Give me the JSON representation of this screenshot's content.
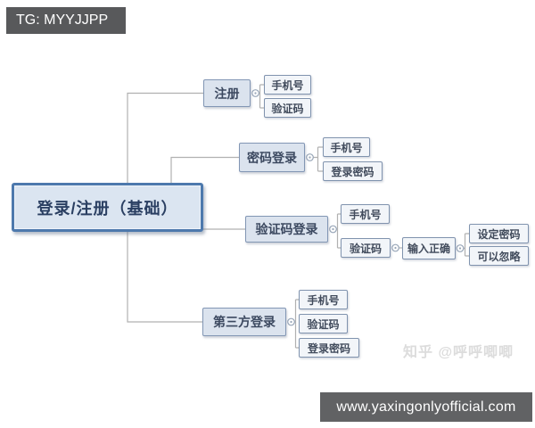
{
  "banners": {
    "top_left": "TG: MYYJJPP",
    "bottom_right": "www.yaxingonlyofficial.com"
  },
  "watermark": "知乎 @呼呼唧唧",
  "colors": {
    "root_fill": "#dbe5f1",
    "root_border": "#4d79ad",
    "branch_fill": "#dbe3ee",
    "branch_border": "#8296b4",
    "leaf_fill": "#f2f5f9",
    "leaf_border": "#8093ae",
    "node_text": "#3c4960",
    "connector_line": "#b1b1b1",
    "banner_bg": "#58595b",
    "banner_text": "#ffffff",
    "watermark_text": "#dcdcdc"
  },
  "mindmap": {
    "root": {
      "label": "登录/注册（基础）"
    },
    "branches": [
      {
        "label": "注册",
        "children": [
          {
            "label": "手机号"
          },
          {
            "label": "验证码"
          }
        ]
      },
      {
        "label": "密码登录",
        "children": [
          {
            "label": "手机号"
          },
          {
            "label": "登录密码"
          }
        ]
      },
      {
        "label": "验证码登录",
        "children": [
          {
            "label": "手机号"
          },
          {
            "label": "验证码",
            "children": [
              {
                "label": "输入正确",
                "children": [
                  {
                    "label": "设定密码"
                  },
                  {
                    "label": "可以忽略"
                  }
                ]
              }
            ]
          }
        ]
      },
      {
        "label": "第三方登录",
        "children": [
          {
            "label": "手机号"
          },
          {
            "label": "验证码"
          },
          {
            "label": "登录密码"
          }
        ]
      }
    ]
  }
}
